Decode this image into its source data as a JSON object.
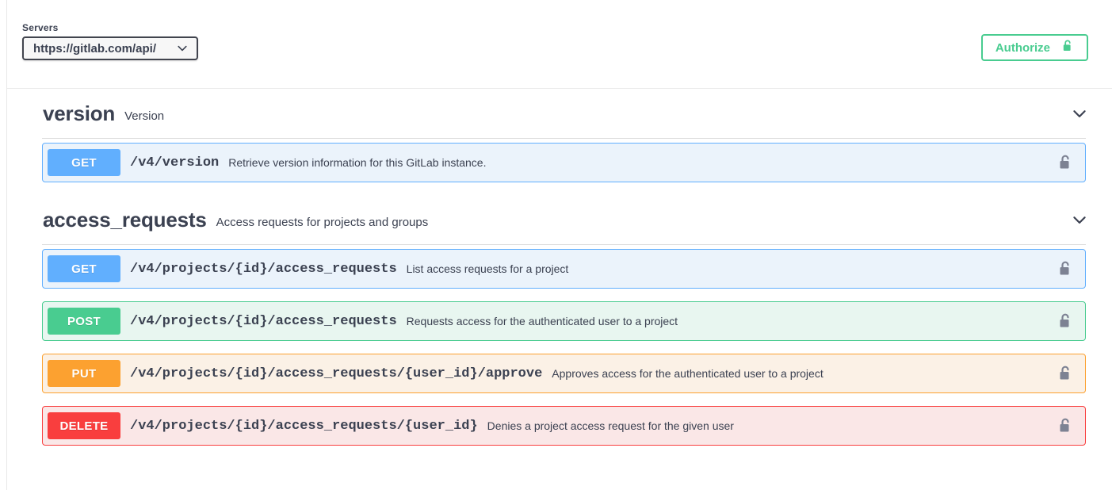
{
  "topbar": {
    "servers_label": "Servers",
    "server_value": "https://gitlab.com/api/",
    "server_chevron_icon": "chevron-down-icon",
    "authorize_label": "Authorize",
    "authorize_icon": "unlock-icon",
    "authorize_color": "#49cc90"
  },
  "colors": {
    "get": "#61affe",
    "post": "#49cc90",
    "put": "#fca130",
    "delete": "#f93e3e",
    "text": "#3b4151"
  },
  "sections": [
    {
      "name": "version",
      "description": "Version",
      "chevron_icon": "chevron-down-icon",
      "operations": [
        {
          "method": "GET",
          "path": "/v4/version",
          "summary": "Retrieve version information for this GitLab instance.",
          "lock_icon": "unlock-icon"
        }
      ]
    },
    {
      "name": "access_requests",
      "description": "Access requests for projects and groups",
      "chevron_icon": "chevron-down-icon",
      "operations": [
        {
          "method": "GET",
          "path": "/v4/projects/{id}/access_requests",
          "summary": "List access requests for a project",
          "lock_icon": "unlock-icon"
        },
        {
          "method": "POST",
          "path": "/v4/projects/{id}/access_requests",
          "summary": "Requests access for the authenticated user to a project",
          "lock_icon": "unlock-icon"
        },
        {
          "method": "PUT",
          "path": "/v4/projects/{id}/access_requests/{user_id}/approve",
          "summary": "Approves access for the authenticated user to a project",
          "lock_icon": "unlock-icon"
        },
        {
          "method": "DELETE",
          "path": "/v4/projects/{id}/access_requests/{user_id}",
          "summary": "Denies a project access request for the given user",
          "lock_icon": "unlock-icon"
        }
      ]
    }
  ]
}
